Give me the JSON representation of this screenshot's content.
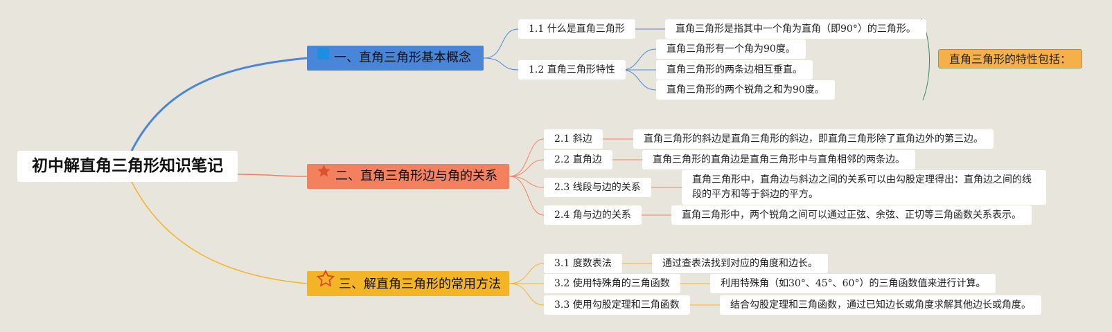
{
  "root": {
    "label": "初中解直角三角形知识笔记"
  },
  "branches": [
    {
      "label": "一、直角三角形基本概念",
      "icon": "blue-square-icon",
      "color": "#4a86d8",
      "subtopics": [
        {
          "label": "1.1 什么是直角三角形",
          "details": [
            "直角三角形是指其中一个角为直角（即90°）的三角形。"
          ]
        },
        {
          "label": "1.2 直角三角形特性",
          "details": [
            "直角三角形有一个角为90度。",
            "直角三角形的两条边相互垂直。",
            "直角三角形的两个锐角之和为90度。"
          ]
        }
      ],
      "summary": "直角三角形的特性包括："
    },
    {
      "label": "二、直角三角形边与角的关系",
      "icon": "star-icon",
      "color": "#f3805f",
      "subtopics": [
        {
          "label": "2.1 斜边",
          "details": [
            "直角三角形的斜边是直角三角形的斜边，即直角三角形除了直角边外的第三边。"
          ]
        },
        {
          "label": "2.2 直角边",
          "details": [
            "直角三角形的直角边是直角三角形中与直角相邻的两条边。"
          ]
        },
        {
          "label": "2.3 线段与边的关系",
          "details": [
            "直角三角形中，直角边与斜边之间的关系可以由勾股定理得出：直角边之间的线段的平方和等于斜边的平方。"
          ]
        },
        {
          "label": "2.4 角与边的关系",
          "details": [
            "直角三角形中，两个锐角之间可以通过正弦、余弦、正切等三角函数关系表示。"
          ]
        }
      ]
    },
    {
      "label": "三、解直角三角形的常用方法",
      "icon": "star-outline-icon",
      "color": "#f3b425",
      "subtopics": [
        {
          "label": "3.1 度数表法",
          "details": [
            "通过查表法找到对应的角度和边长。"
          ]
        },
        {
          "label": "3.2 使用特殊角的三角函数",
          "details": [
            "利用特殊角（如30°、45°、60°）的三角函数值来进行计算。"
          ]
        },
        {
          "label": "3.3 使用勾股定理和三角函数",
          "details": [
            "结合勾股定理和三角函数，通过已知边长或角度求解其他边长或角度。"
          ]
        }
      ]
    }
  ]
}
